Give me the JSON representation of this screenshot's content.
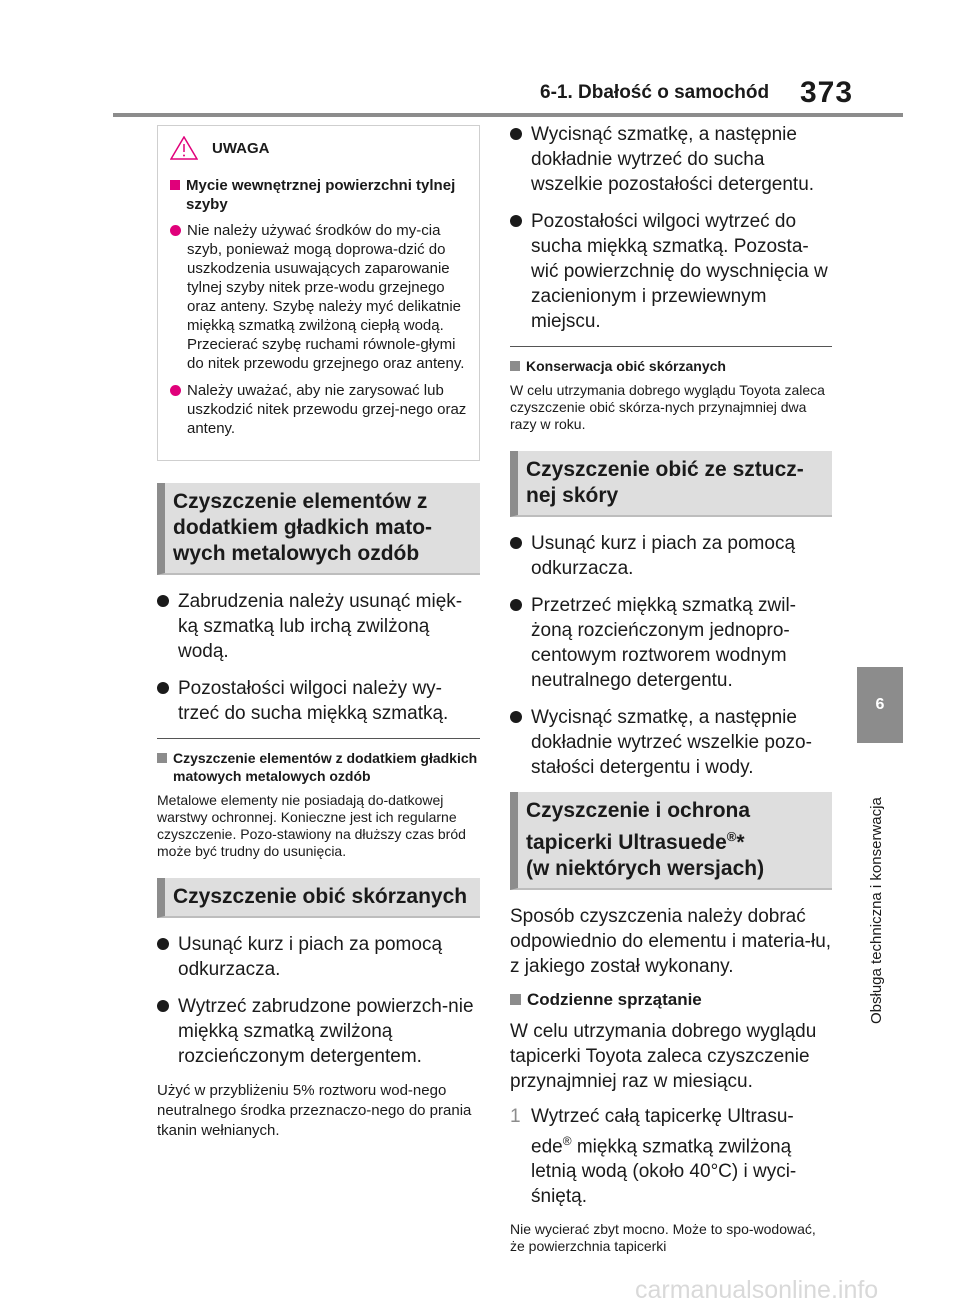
{
  "header": {
    "section_title": "6-1. Dbałość o samochód",
    "page_number": "373"
  },
  "side_tab": {
    "chapter_number": "6",
    "chapter_title": "Obsługa techniczna i konserwacja"
  },
  "colors": {
    "accent": "#e0007a",
    "grey": "#8c8c8c",
    "section_bg": "#dedede"
  },
  "warning_box": {
    "title": "UWAGA",
    "icon": "warning-triangle-icon",
    "subheading": "Mycie wewnętrznej powierzchni tylnej szyby",
    "items": [
      "Nie należy używać środków do my-cia szyb, ponieważ mogą doprowa-dzić do uszkodzenia usuwających zaparowanie tylnej szyby nitek prze-wodu grzejnego oraz anteny. Szybę należy myć delikatnie miękką szmatką zwilżoną ciepłą wodą. Przecierać szybę ruchami równole-głymi do nitek przewodu grzejnego oraz anteny.",
      "Należy uważać, aby nie zarysować lub uszkodzić nitek przewodu grzej-nego oraz anteny."
    ]
  },
  "section_matte": {
    "heading": "Czyszczenie elementów z dodatkiem gładkich mato-wych metalowych ozdób",
    "bullets": [
      "Zabrudzenia należy usunąć mięk-ką szmatką lub irchą zwilżoną wodą.",
      "Pozostałości wilgoci należy wy-trzeć do sucha miękką szmatką."
    ],
    "note_heading": "Czyszczenie elementów z dodatkiem gładkich matowych metalowych ozdób",
    "note_body": "Metalowe elementy nie posiadają do-datkowej warstwy ochronnej. Konieczne jest ich regularne czyszczenie. Pozo-stawiony na dłuższy czas bród może być trudny do usunięcia."
  },
  "section_leather": {
    "heading": "Czyszczenie obić skórzanych",
    "bullets": [
      "Usunąć kurz i piach za pomocą odkurzacza.",
      "Wytrzeć zabrudzone powierzch-nie miękką szmatką zwilżoną rozcieńczonym detergentem."
    ],
    "note": "Użyć w przybliżeniu 5% roztworu wod-nego neutralnego środka przeznaczo-nego do prania tkanin wełnianych."
  },
  "right_column_top_bullets": [
    "Wycisnąć szmatkę, a następnie dokładnie wytrzeć do sucha wszelkie pozostałości detergentu.",
    "Pozostałości wilgoci wytrzeć do sucha miękką szmatką. Pozosta-wić powierzchnię do wyschnięcia w zacienionym i przewiewnym miejscu."
  ],
  "leather_care_note": {
    "heading": "Konserwacja obić skórzanych",
    "body": "W celu utrzymania dobrego wyglądu Toyota zaleca czyszczenie obić skórza-nych przynajmniej dwa razy w roku."
  },
  "section_artificial": {
    "heading": "Czyszczenie obić ze sztucz-nej skóry",
    "bullets": [
      "Usunąć kurz i piach za pomocą odkurzacza.",
      "Przetrzeć miękką szmatką zwil-żoną rozcieńczonym jednopro-centowym roztworem wodnym neutralnego detergentu.",
      "Wycisnąć szmatkę, a następnie dokładnie wytrzeć wszelkie pozo-stałości detergentu i wody."
    ]
  },
  "section_ultrasuede": {
    "heading_line1": "Czyszczenie i ochrona",
    "heading_line2": "tapicerki Ultrasuede",
    "heading_mark": "®",
    "heading_star": "*",
    "heading_line3": "(w niektórych wersjach)",
    "intro": "Sposób czyszczenia należy dobrać odpowiednio do elementu i materia-łu, z jakiego został wykonany.",
    "daily_heading": "Codzienne sprzątanie",
    "daily_body": "W celu utrzymania dobrego wyglądu tapicerki Toyota zaleca czyszczenie przynajmniej raz w miesiącu.",
    "step_number": "1",
    "step_part1": "Wytrzeć całą tapicerkę Ultrasu-ede",
    "step_mark": "®",
    "step_part2": " miękką szmatką zwilżoną letnią wodą (około 40°C) i wyci-śniętą.",
    "note": "Nie wycierać zbyt mocno. Może to spo-wodować, że powierzchnia tapicerki"
  },
  "watermark": "carmanualsonline.info"
}
